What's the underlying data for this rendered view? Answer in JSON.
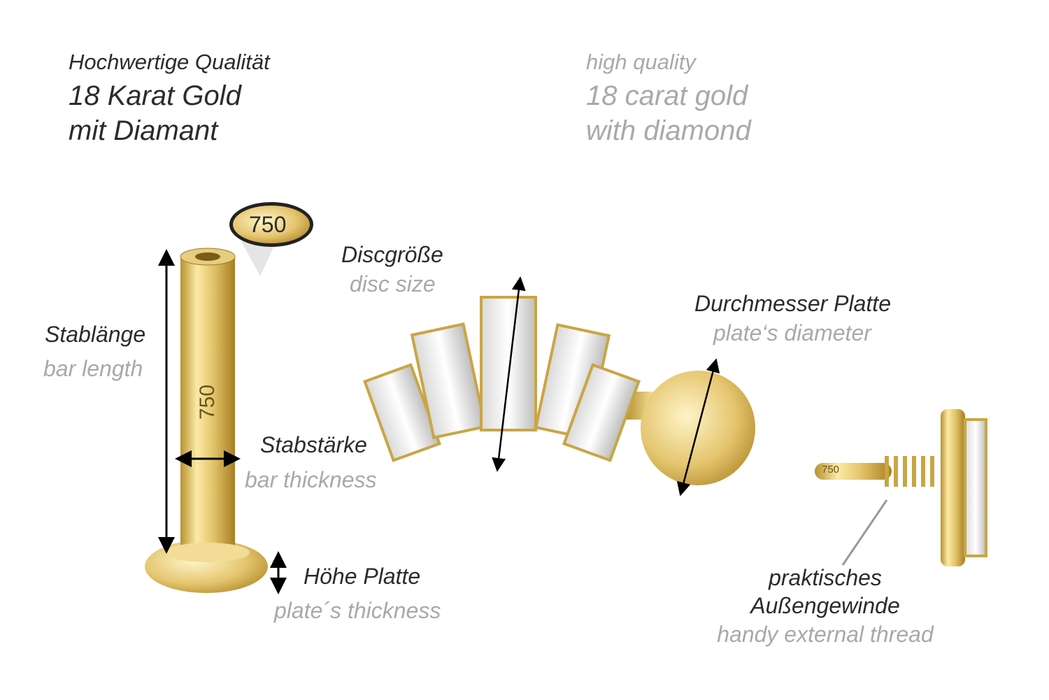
{
  "header_de": {
    "line1": "Hochwertige Qualität",
    "line2": "18 Karat Gold",
    "line3": "mit Diamant"
  },
  "header_en": {
    "line1": "high quality",
    "line2": "18 carat gold",
    "line3": "with diamond"
  },
  "hallmark": {
    "badge": "750",
    "bar_engraving": "750",
    "thread_engraving": "750"
  },
  "labels": {
    "disc_size": {
      "de": "Discgröße",
      "en": "disc size"
    },
    "plate_diameter": {
      "de": "Durchmesser Platte",
      "en": "plate‘s diameter"
    },
    "bar_length": {
      "de": "Stablänge",
      "en": "bar length"
    },
    "bar_thickness": {
      "de": "Stabstärke",
      "en": "bar thickness"
    },
    "plate_thickness": {
      "de": "Höhe Platte",
      "en": "plate´s thickness"
    },
    "thread": {
      "de_line1": "praktisches",
      "de_line2": "Außengewinde",
      "en": "handy external thread"
    }
  },
  "colors": {
    "gold": "#e2c56a",
    "gold_dark": "#b38b2a",
    "text_dark": "#2b2b2b",
    "text_grey": "#a9a9a9"
  }
}
